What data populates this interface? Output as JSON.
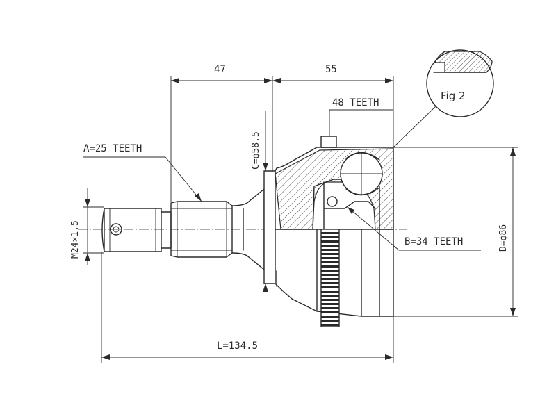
{
  "dimensions": {
    "length_47": "47",
    "length_55": "55",
    "teeth_48": "48 TEETH",
    "spline_a": "A=25 TEETH",
    "diameter_c": "C=ϕ58.5",
    "thread": "M24×1.5",
    "spline_b": "B=34 TEETH",
    "diameter_d": "D=ϕ86",
    "total_length": "L=134.5"
  },
  "figure_label": "Fig 2",
  "colors": {
    "line": "#2a2a2a",
    "background": "#ffffff"
  }
}
